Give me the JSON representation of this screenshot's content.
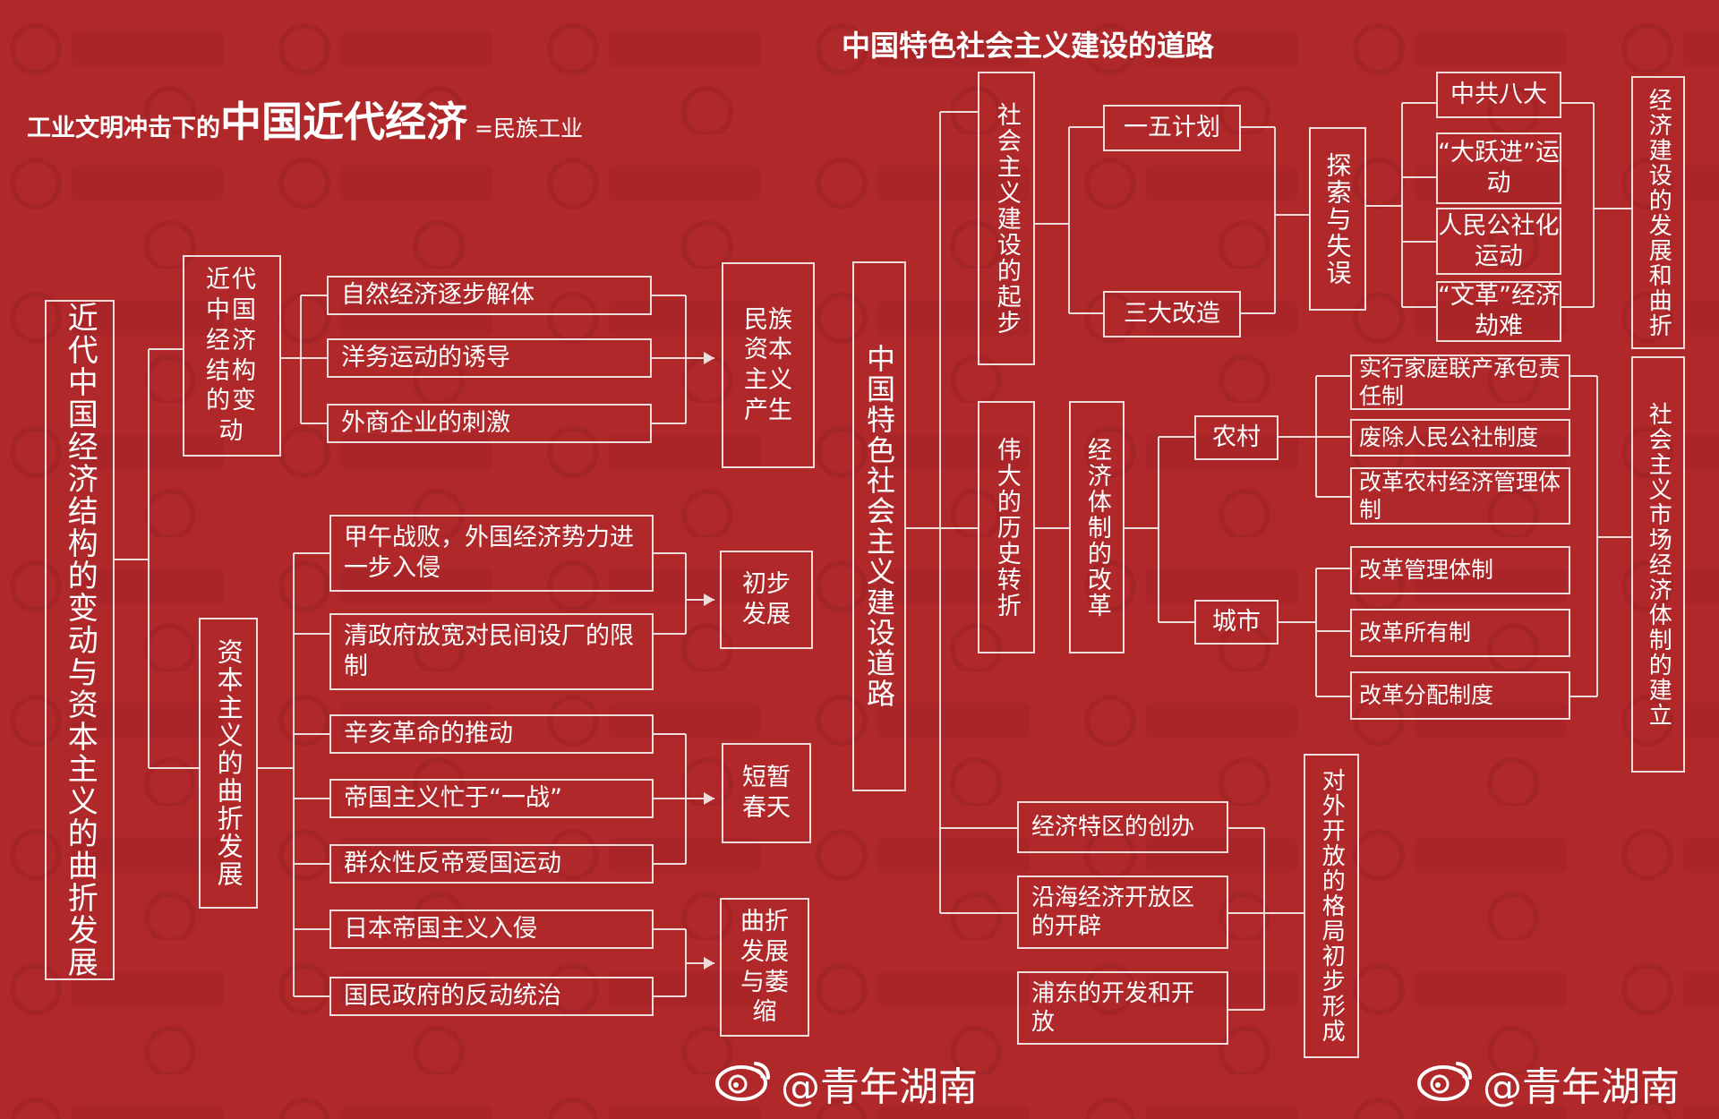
{
  "title_left": {
    "part1": "工业文明冲击下的",
    "part2": "中国近代经济",
    "part3": "=民族工业"
  },
  "title_right": "中国特色社会主义建设的道路",
  "left": {
    "root": "近代中国经济结构的变动与资本主义的曲折发展",
    "branch1": "近代中国经济结构的变动",
    "branch1_items": [
      "自然经济逐步解体",
      "洋务运动的诱导",
      "外商企业的刺激"
    ],
    "branch1_result": "民族资本主义产生",
    "branch2": "资本主义的曲折发展",
    "group1_items": [
      "甲午战败，外国经济势力进一步入侵",
      "清政府放宽对民间设厂的限制"
    ],
    "group1_result": "初步发展",
    "group2_items": [
      "辛亥革命的推动",
      "帝国主义忙于“一战”",
      "群众性反帝爱国运动"
    ],
    "group2_result": "短暂春天",
    "group3_items": [
      "日本帝国主义入侵",
      "国民政府的反动统治"
    ],
    "group3_result": "曲折发展与萎缩"
  },
  "right": {
    "root": "中国特色社会主义建设道路",
    "start": "社会主义建设的起步",
    "start_items": [
      "一五计划",
      "三大改造"
    ],
    "explore": "探索与失误",
    "explore_items": [
      "中共八大",
      "“大跃进”运动",
      "人民公社化运动",
      "“文革”经济劫难"
    ],
    "explore_result": "经济建设的发展和曲折",
    "turn": "伟大的历史转折",
    "reform": "经济体制的改革",
    "rural": "农村",
    "rural_items": [
      "实行家庭联产承包责任制",
      "废除人民公社制度",
      "改革农村经济管理体制"
    ],
    "urban": "城市",
    "urban_items": [
      "改革管理体制",
      "改革所有制",
      "改革分配制度"
    ],
    "market_result": "社会主义市场经济体制的建立",
    "open_items": [
      "经济特区的创办",
      "沿海经济开放区的开辟",
      "浦东的开发和开放"
    ],
    "open_result": "对外开放的格局初步形成"
  },
  "watermark": "@青年湖南",
  "colors": {
    "background": "#b0282a",
    "line": "#f1dcdc"
  }
}
